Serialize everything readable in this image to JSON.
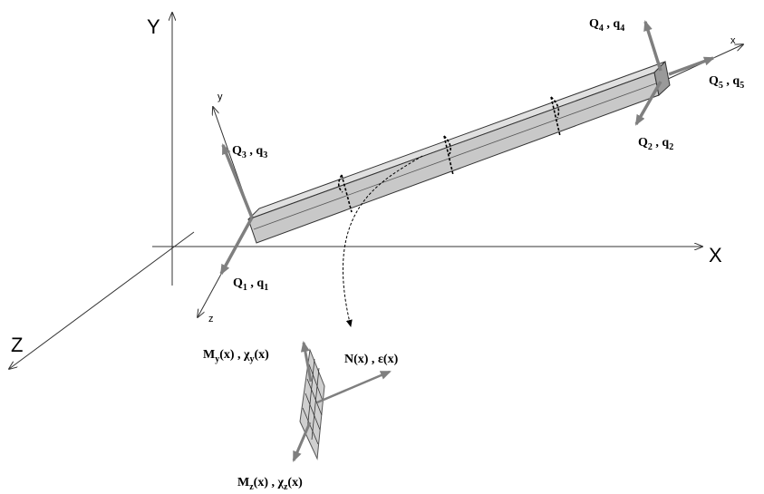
{
  "global_axes": {
    "x_label": "X",
    "y_label": "Y",
    "z_label": "Z"
  },
  "local_axes": {
    "x_label": "x",
    "y_label": "y",
    "z_label": "z"
  },
  "dofs": [
    {
      "id": "1",
      "Q": "Q",
      "sub": "1",
      "q": "q",
      "qsub": "1"
    },
    {
      "id": "2",
      "Q": "Q",
      "sub": "2",
      "q": "q",
      "qsub": "2"
    },
    {
      "id": "3",
      "Q": "Q",
      "sub": "3",
      "q": "q",
      "qsub": "3"
    },
    {
      "id": "4",
      "Q": "Q",
      "sub": "4",
      "q": "q",
      "qsub": "4"
    },
    {
      "id": "5",
      "Q": "Q",
      "sub": "5",
      "q": "q",
      "qsub": "5"
    }
  ],
  "section_forces": {
    "My": {
      "main": "M",
      "sub": "y",
      "arg": "(x) , ",
      "greek": "χ",
      "gsub": "y",
      "garg": "(x)"
    },
    "Mz": {
      "main": "M",
      "sub": "z",
      "arg": "(x) , ",
      "greek": "χ",
      "gsub": "z",
      "garg": "(x)"
    },
    "N": {
      "text": "N(x) , ",
      "greek": "ε",
      "garg": "(x)"
    }
  },
  "colors": {
    "beam_top": "#e0e0e0",
    "beam_front": "#c8c8c8",
    "beam_end": "#9a9a9a",
    "arrow": "#7f7f7f",
    "axis": "#333333"
  }
}
